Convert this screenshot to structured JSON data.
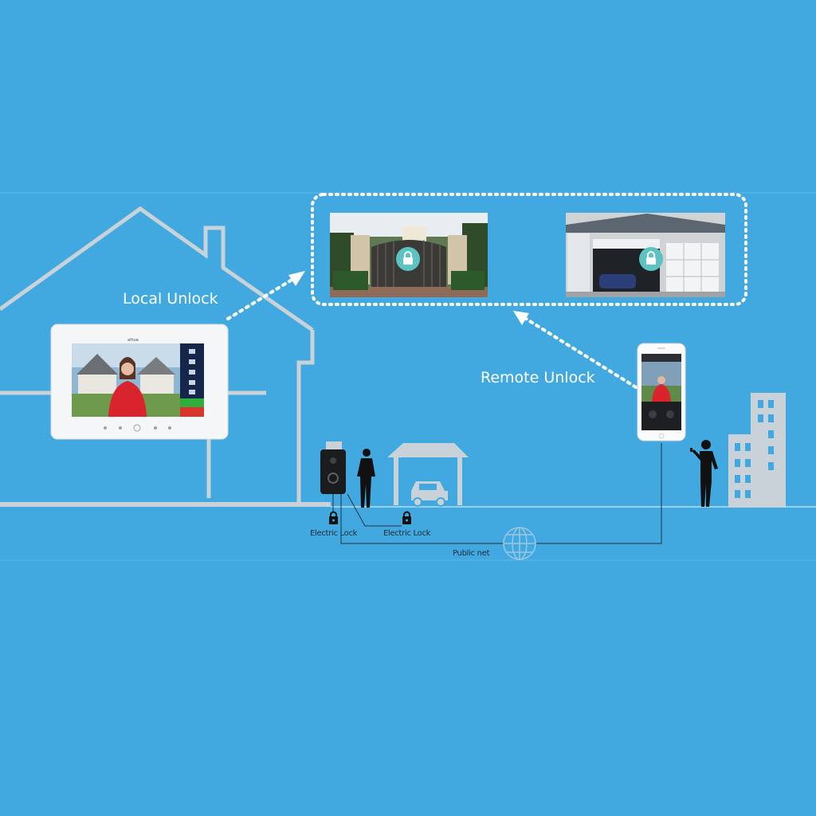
{
  "labels": {
    "local_unlock": "Local Unlock",
    "remote_unlock": "Remote Unlock",
    "electric_lock_1": "Electric Lock",
    "electric_lock_2": "Electric Lock",
    "public_net": "Public net"
  },
  "brand": {
    "monitor_logo": "alhua"
  },
  "colors": {
    "background": "#41a9e0",
    "outline": "#c9d2d8",
    "teal_lock": "#5dc2c2",
    "monitor_body": "#f4f6f7",
    "answer_green": "#2fae3e",
    "hangup_red": "#d9342b",
    "silhouette": "#111111"
  },
  "icons": [
    "padlock-icon",
    "globe-icon",
    "car-icon",
    "person-silhouette",
    "building-icon",
    "house-outline"
  ]
}
